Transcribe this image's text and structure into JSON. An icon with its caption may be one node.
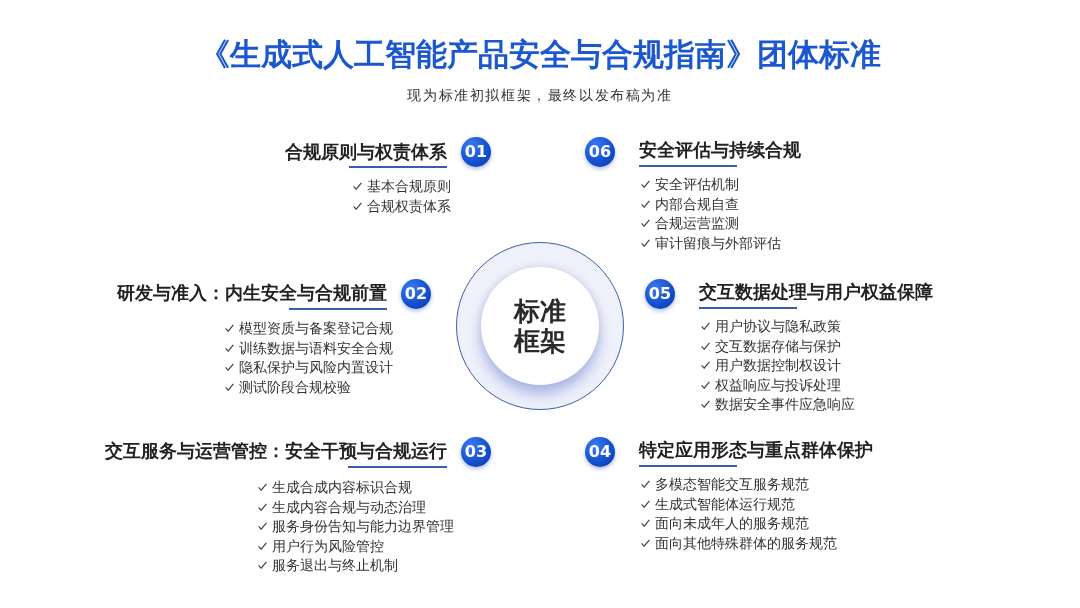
{
  "diagram": {
    "title": "《生成式人工智能产品安全与合规指南》团体标准",
    "nodes": [
      {
        "text": [
          "标准框架"
        ]
      },
      {
        "text": [
          "01"
        ],
        "beside": [
          "合规原则与权责体系",
          "基本合规原则",
          "合规权责体系"
        ]
      },
      {
        "text": [
          "02"
        ],
        "beside": [
          "研发与准入：内生安全与合规前置",
          "模型资质与备案登记合规",
          "训练数据与语料安全合规",
          "隐私保护与风险内置设计",
          "测试阶段合规校验"
        ]
      },
      {
        "text": [
          "03"
        ],
        "beside": [
          "交互服务与运营管控：安全干预与合规运行",
          "生成合成内容标识合规",
          "生成内容合规与动态治理",
          "服务身份告知与能力边界管理",
          "用户行为风险管控",
          "服务退出与终止机制"
        ]
      },
      {
        "text": [
          "04"
        ],
        "beside": [
          "特定应用形态与重点群体保护",
          "多模态智能交互服务规范",
          "生成式智能体运行规范",
          "面向未成年人的服务规范",
          "面向其他特殊群体的服务规范"
        ]
      },
      {
        "text": [
          "05"
        ],
        "beside": [
          "交互数据处理与用户权益保障",
          "用户协议与隐私政策",
          "交互数据存储与保护",
          "用户数据控制权设计",
          "权益响应与投诉处理",
          "数据安全事件应急响应"
        ]
      },
      {
        "text": [
          "06"
        ],
        "beside": [
          "安全评估与持续合规",
          "安全评估机制",
          "内部合规自查",
          "合规运营监测",
          "审计留痕与外部评估"
        ]
      }
    ],
    "labels": [
      "现为标准初拟框架，最终以发布稿为准"
    ]
  }
}
